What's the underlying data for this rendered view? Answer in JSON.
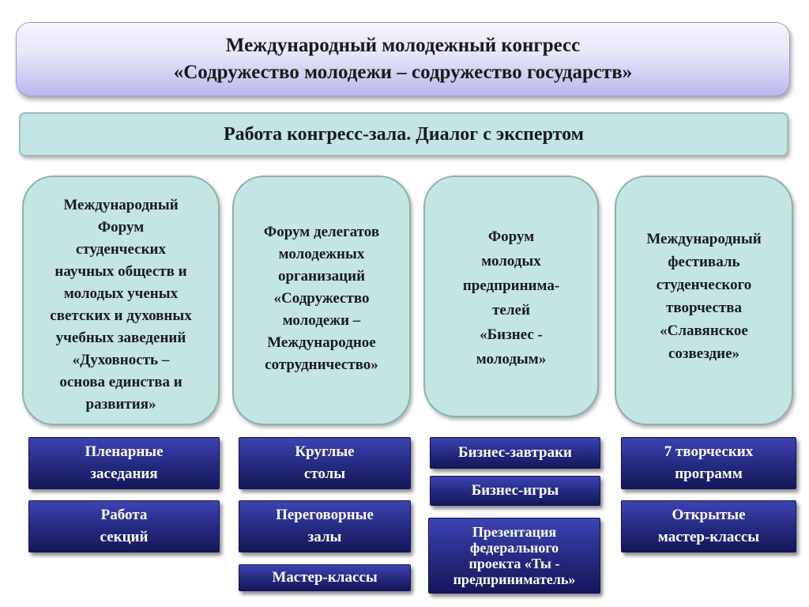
{
  "header": {
    "line1": "Международный молодежный конгресс",
    "line2": "«Содружество молодежи – содружество государств»"
  },
  "hall": {
    "label": "Работа конгресс-зала. Диалог с экспертом"
  },
  "forums": [
    {
      "lines": [
        "Международный",
        "Форум",
        "студенческих",
        "научных обществ и",
        "молодых ученых",
        "светских и духовных",
        "учебных заведений",
        "«Духовность –",
        "основа единства и",
        "развития»"
      ]
    },
    {
      "lines": [
        "Форум делегатов",
        "молодежных",
        "организаций",
        "«Содружество",
        "молодежи –",
        "Международное",
        "сотрудничество»"
      ]
    },
    {
      "lines": [
        "Форум",
        "молодых",
        "предпринима-",
        "телей",
        "«Бизнес -",
        "молодым»"
      ]
    },
    {
      "lines": [
        "Международный",
        "фестиваль",
        "студенческого",
        "творчества",
        "«Славянское",
        "созвездие»"
      ]
    }
  ],
  "events": {
    "col1": [
      {
        "lines": [
          "Пленарные",
          "заседания"
        ]
      },
      {
        "lines": [
          "Работа",
          "секций"
        ]
      }
    ],
    "col2": [
      {
        "lines": [
          "Круглые",
          "столы"
        ]
      },
      {
        "lines": [
          "Переговорные",
          "залы"
        ]
      },
      {
        "lines": [
          "Мастер-классы"
        ]
      }
    ],
    "col3": [
      {
        "lines": [
          "Бизнес-завтраки"
        ]
      },
      {
        "lines": [
          "Бизнес-игры"
        ]
      },
      {
        "lines": [
          "Презентация",
          "федерального",
          "проекта «Ты -",
          "предприниматель»"
        ]
      }
    ],
    "col4": [
      {
        "lines": [
          "7 творческих",
          "программ"
        ]
      },
      {
        "lines": [
          "Открытые",
          "мастер-классы"
        ]
      }
    ]
  }
}
